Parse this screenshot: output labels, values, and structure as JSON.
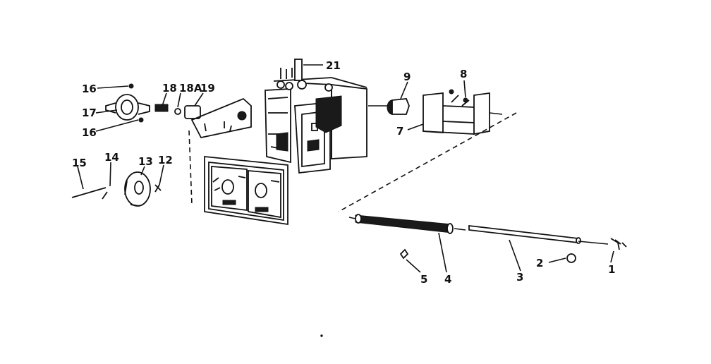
{
  "labels": {
    "p1": "1",
    "p2": "2",
    "p3": "3",
    "p4": "4",
    "p5": "5",
    "p7": "7",
    "p8": "8",
    "p9": "9",
    "p12": "12",
    "p13": "13",
    "p14": "14",
    "p15": "15",
    "p16a": "16",
    "p16b": "16",
    "p17": "17",
    "p18": "18",
    "p18a": "18A",
    "p19": "19",
    "p21": "21"
  }
}
